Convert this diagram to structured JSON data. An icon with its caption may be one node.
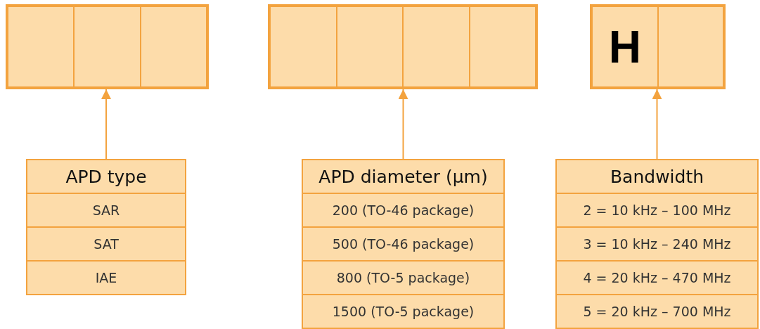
{
  "diagram": {
    "nodes": [
      {
        "text": [],
        "shape": "box"
      },
      {
        "text": [],
        "shape": "box",
        "in": 0
      },
      {
        "text": [],
        "shape": "box",
        "in": 0
      },
      {
        "text": [],
        "shape": "box",
        "in": 0
      },
      {
        "text": [],
        "shape": "box"
      },
      {
        "text": [],
        "shape": "box",
        "in": 4
      },
      {
        "text": [],
        "shape": "box",
        "in": 4
      },
      {
        "text": [],
        "shape": "box",
        "in": 4
      },
      {
        "text": [],
        "shape": "box",
        "in": 4
      },
      {
        "text": [],
        "shape": "box"
      },
      {
        "text": [
          "H"
        ],
        "in": 9
      },
      {
        "text": [],
        "shape": "box",
        "in": 9
      },
      {
        "text": [
          "APD type"
        ]
      },
      {
        "text": [
          "SAR"
        ],
        "in": 12
      },
      {
        "text": [
          "SAT"
        ],
        "in": 12
      },
      {
        "text": [
          "IAE"
        ],
        "in": 12
      },
      {
        "text": [
          "APD diameter (µm)"
        ]
      },
      {
        "text": [
          "200 (TO-46 package)"
        ],
        "in": 16
      },
      {
        "text": [
          "500 (TO-46 package)"
        ],
        "in": 16
      },
      {
        "text": [
          "800 (TO-5 package)"
        ],
        "in": 16
      },
      {
        "text": [
          "1500 (TO-5 package)"
        ],
        "in": 16
      },
      {
        "text": [
          "Bandwidth"
        ]
      },
      {
        "text": [
          "2 = 10 kHz – 100 MHz"
        ],
        "in": 21
      },
      {
        "text": [
          "3 = 10 kHz – 240 MHz"
        ],
        "in": 21
      },
      {
        "text": [
          "4 = 20 kHz – 470 MHz"
        ],
        "in": 21
      },
      {
        "text": [
          "5 = 20 kHz – 700 MHz"
        ],
        "in": 21
      }
    ],
    "edges": [
      {
        "from": 12,
        "to": 0,
        "arrow": "to"
      },
      {
        "from": 16,
        "to": 4,
        "arrow": "to"
      },
      {
        "from": 21,
        "to": 9,
        "arrow": "to"
      }
    ]
  }
}
